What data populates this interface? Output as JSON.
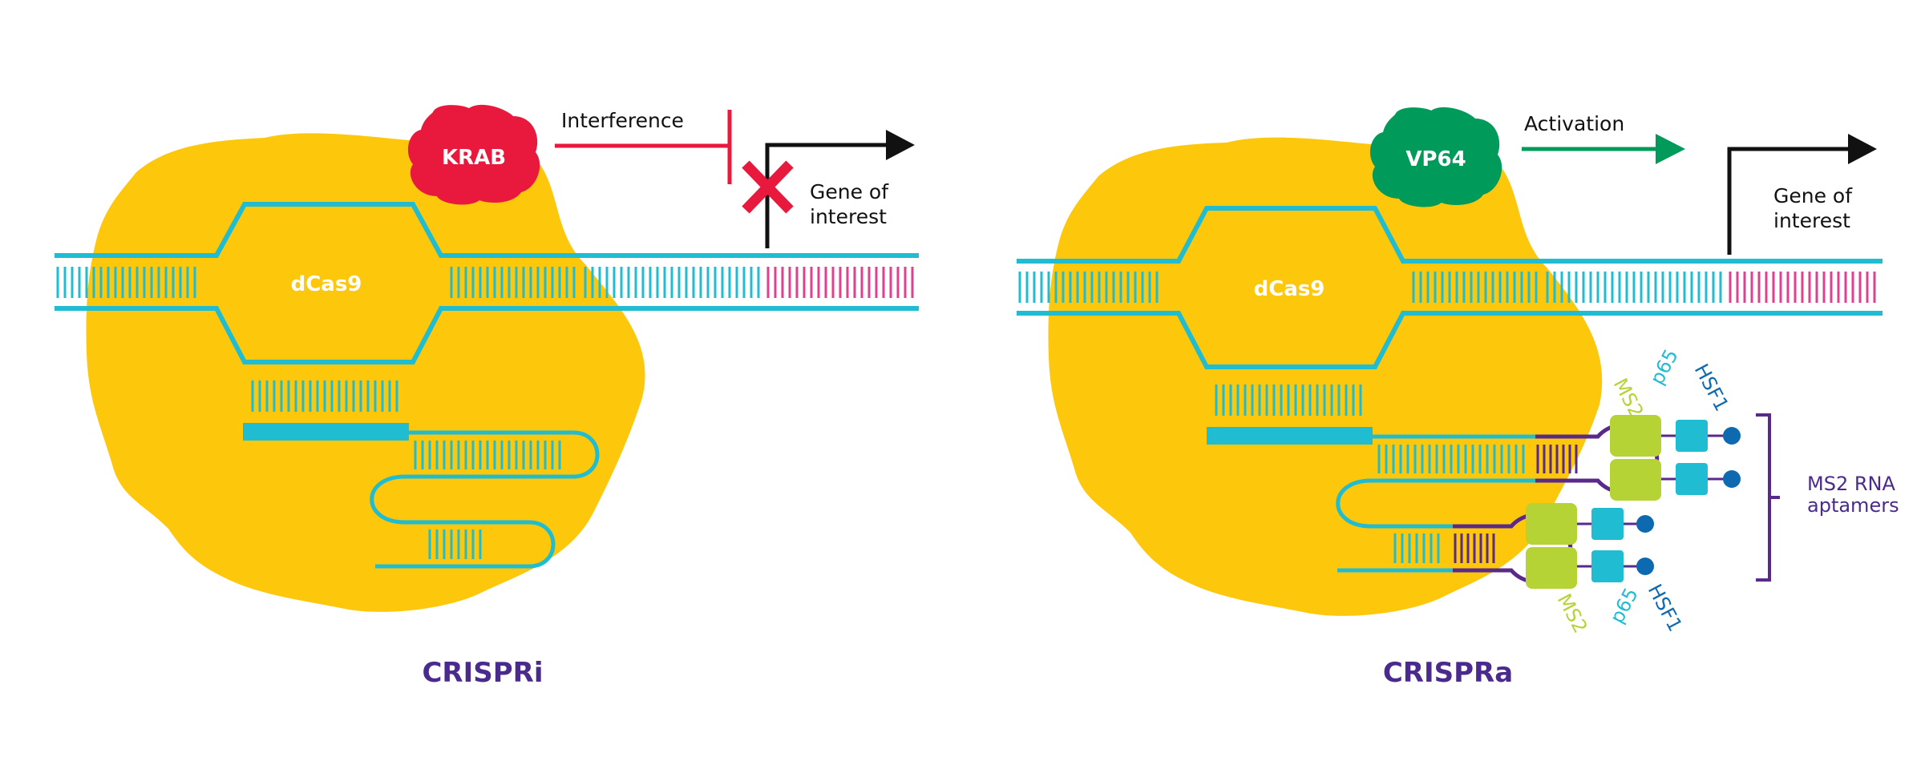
{
  "crispri": {
    "title": "CRISPRi",
    "dcas9_label": "dCas9",
    "effector_label": "KRAB",
    "arrow_label": "Interference",
    "gene_label_line1": "Gene of",
    "gene_label_line2": "interest"
  },
  "crispra": {
    "title": "CRISPRa",
    "dcas9_label": "dCas9",
    "effector_label": "VP64",
    "arrow_label": "Activation",
    "gene_label_line1": "Gene of",
    "gene_label_line2": "interest",
    "top_stack_labels": [
      "MS2",
      "p65",
      "HSF1"
    ],
    "bottom_stack_labels": [
      "MS2",
      "p65",
      "HSF1"
    ],
    "bracket_label_line1": "MS2 RNA",
    "bracket_label_line2": "aptamers"
  },
  "colors": {
    "dcas9_body": "#fdc70c",
    "dna": "#1fbcd2",
    "target_gene": "#e0408f",
    "krab": "#e8193c",
    "vp64": "#009b5a",
    "ms2": "#b5d334",
    "p65": "#1fbcd2",
    "hsf1": "#0d6ab0",
    "aptamer": "#5a2a8a",
    "title": "#4a2a8c"
  }
}
